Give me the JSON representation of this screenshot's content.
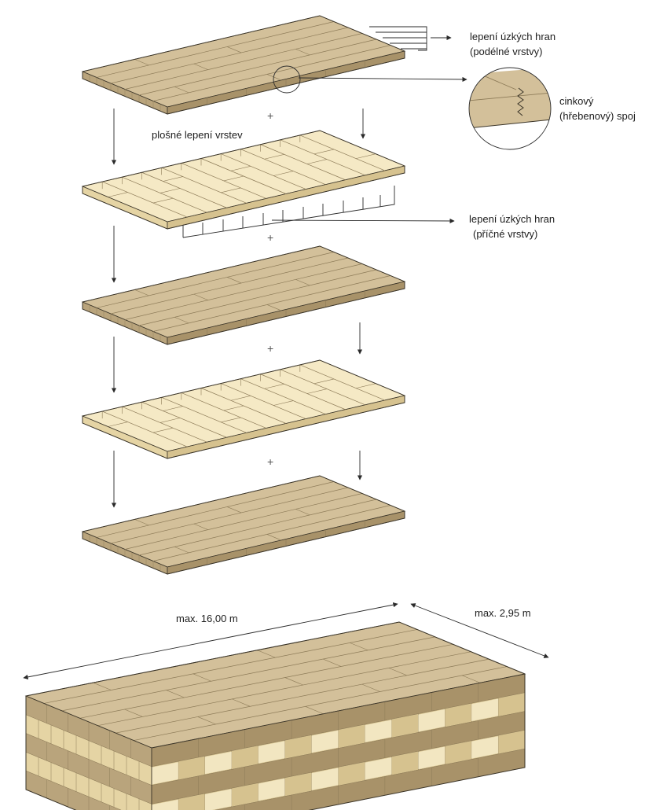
{
  "colors": {
    "dark_top": "#d3c09a",
    "dark_long": "#b9a47c",
    "dark_short": "#a89269",
    "light_top": "#f5e9c5",
    "light_long": "#e5d4a4",
    "light_short": "#d6c28f",
    "seam": "#8d7b58",
    "outline": "#3a3428",
    "leader": "#2a2a2a"
  },
  "labels": {
    "edge_bond_longitudinal_1": "lepení úzkých hran",
    "edge_bond_longitudinal_2": "(podélné vrstvy)",
    "finger_joint_1": "cinkový",
    "finger_joint_2": "(hřebenový) spoj",
    "surface_bond": "plošné lepení vrstev",
    "edge_bond_transverse_1": "lepení úzkých hran",
    "edge_bond_transverse_2": "(příčné vrstvy)",
    "plus_sign": "+",
    "max_length": "max. 16,00 m",
    "max_width": "max. 2,95 m"
  },
  "layers": [
    {
      "id": "layer-1",
      "type": "dark"
    },
    {
      "id": "layer-2",
      "type": "light"
    },
    {
      "id": "layer-3",
      "type": "dark"
    },
    {
      "id": "layer-4",
      "type": "light"
    },
    {
      "id": "layer-5",
      "type": "dark"
    }
  ]
}
